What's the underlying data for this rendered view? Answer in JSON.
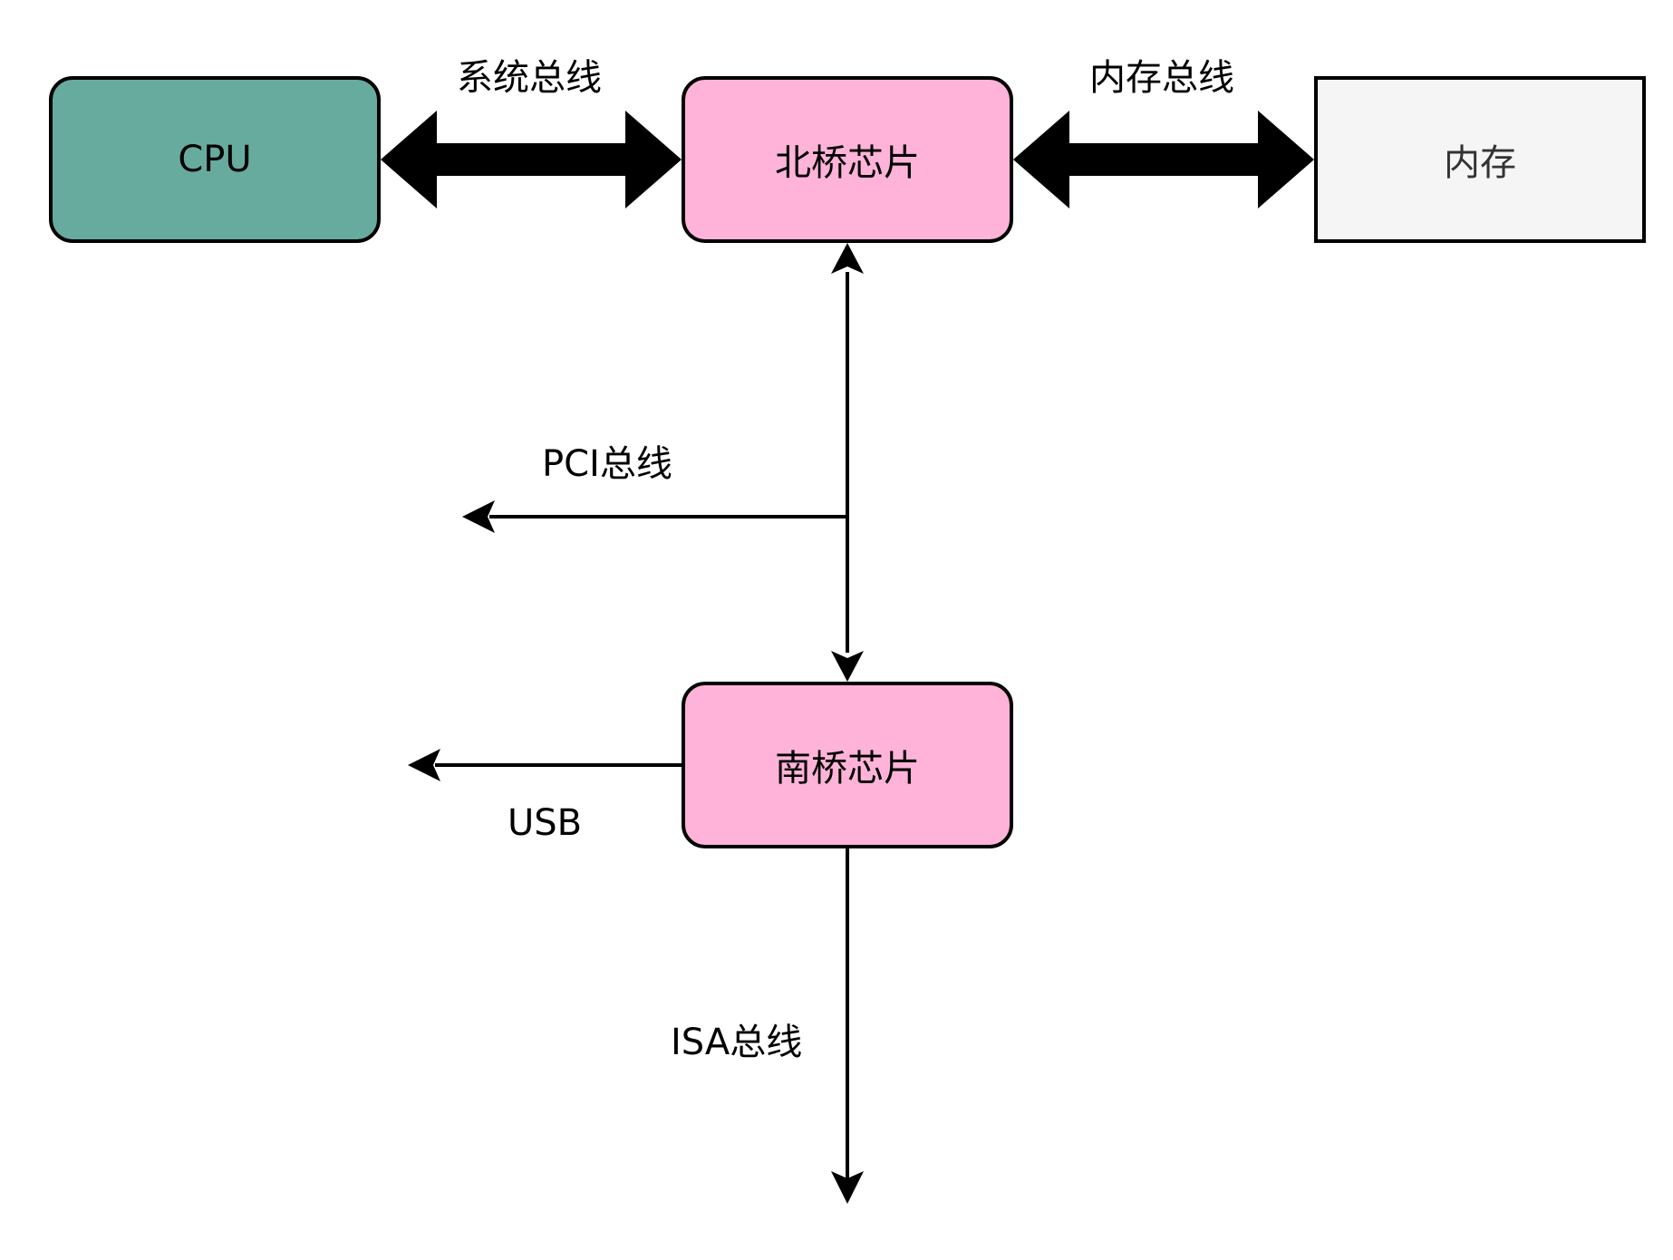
{
  "colors": {
    "cpu_fill": "#67AB9F",
    "chip_fill": "#FFB3D9",
    "memory_fill": "#F5F5F5",
    "stroke": "#000000"
  },
  "nodes": {
    "cpu": "CPU",
    "northbridge": "北桥芯片",
    "memory": "内存",
    "southbridge": "南桥芯片"
  },
  "edges": {
    "system_bus": "系统总线",
    "memory_bus": "内存总线",
    "pci_bus": "PCI总线",
    "usb": "USB",
    "isa_bus": "ISA总线"
  }
}
